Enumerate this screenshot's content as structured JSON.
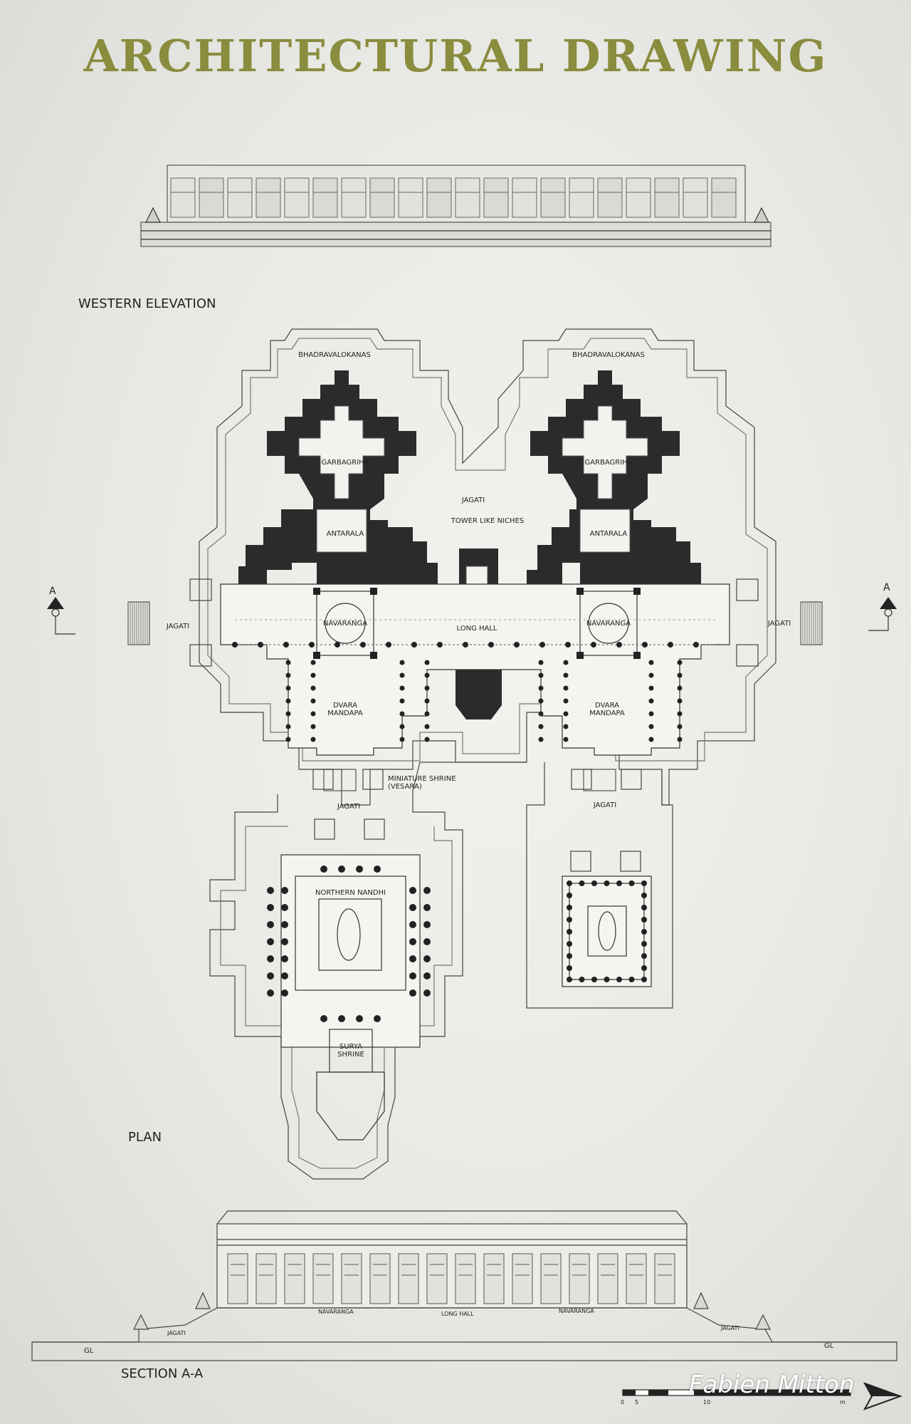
{
  "title": "ARCHITECTURAL DRAWING",
  "western_elevation": "WESTERN ELEVATION",
  "plan": "PLAN",
  "section": "SECTION A-A",
  "labels": {
    "bhadra_left": "BHADRAVALOKANAS",
    "bhadra_right": "BHADRAVALOKANAS",
    "garbha_left": "GARBAGRIHA",
    "garbha_right": "GARBAGRIHA",
    "jagati_top": "JAGATI",
    "tower_niches": "TOWER LIKE NICHES",
    "antarala_left": "ANTARALA",
    "antarala_right": "ANTARALA",
    "jagati_left": "JAGATI",
    "jagati_right": "JAGATI",
    "navaranga_left": "NAVARANGA",
    "navaranga_right": "NAVARANGA",
    "long_hall": "LONG HALL",
    "dvara_left": "DVARA\nMANDAPA",
    "dvara_right": "DVARA\nMANDAPA",
    "miniature_shrine": "MINIATURE SHRINE\n(VESARA)",
    "jagati_bottom_left": "JAGATI",
    "jagati_bottom_right": "JAGATI",
    "northern_nandhi": "NORTHERN NANDHI",
    "surya_shrine": "SURYA\nSHRINE",
    "section_a_left": "A",
    "section_a_right": "A",
    "sec_navaranga_left": "NAVARANGA",
    "sec_long_hall": "LONG HALL",
    "sec_navaranga_right": "NAVARANGA",
    "sec_jagati_left": "JAGATI",
    "sec_jagati_right": "JAGATI",
    "gl_left": "GL",
    "gl_right": "GL",
    "scale_0": "0",
    "scale_5": "5",
    "scale_10": "10",
    "scale_unit": "m"
  },
  "watermark": "Fabien Mitton",
  "colors": {
    "title": "#8a8c3e",
    "ink": "#2a2a2a",
    "wall": "#2b2b2b"
  }
}
